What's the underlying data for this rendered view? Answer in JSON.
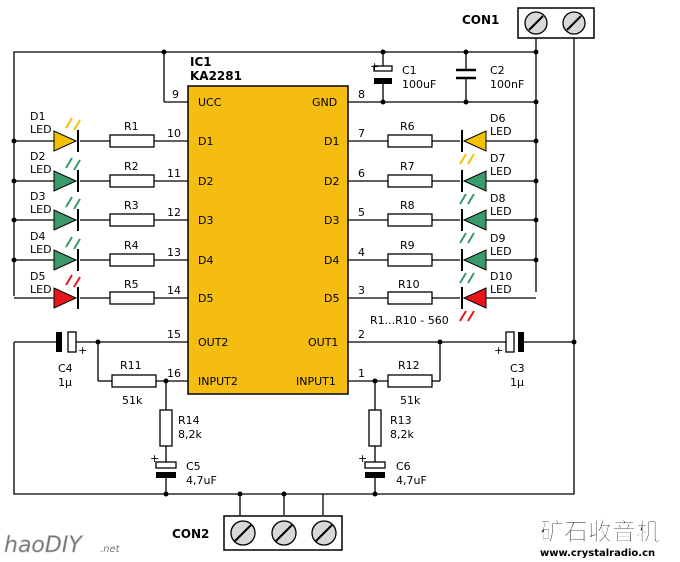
{
  "ic": {
    "ref": "IC1",
    "part": "KA2281"
  },
  "ic_pins_left": [
    {
      "num": "9",
      "name": "UCC"
    },
    {
      "num": "10",
      "name": "D1"
    },
    {
      "num": "11",
      "name": "D2"
    },
    {
      "num": "12",
      "name": "D3"
    },
    {
      "num": "13",
      "name": "D4"
    },
    {
      "num": "14",
      "name": "D5"
    },
    {
      "num": "15",
      "name": "OUT2"
    },
    {
      "num": "16",
      "name": "INPUT2"
    }
  ],
  "ic_pins_right": [
    {
      "num": "8",
      "name": "GND"
    },
    {
      "num": "7",
      "name": "D1"
    },
    {
      "num": "6",
      "name": "D2"
    },
    {
      "num": "5",
      "name": "D3"
    },
    {
      "num": "4",
      "name": "D4"
    },
    {
      "num": "3",
      "name": "D5"
    },
    {
      "num": "2",
      "name": "OUT1"
    },
    {
      "num": "1",
      "name": "INPUT1"
    }
  ],
  "leds_left": [
    {
      "ref": "D1",
      "type": "LED",
      "color": "#f2c200"
    },
    {
      "ref": "D2",
      "type": "LED",
      "color": "#3a9a6a"
    },
    {
      "ref": "D3",
      "type": "LED",
      "color": "#3a9a6a"
    },
    {
      "ref": "D4",
      "type": "LED",
      "color": "#3a9a6a"
    },
    {
      "ref": "D5",
      "type": "LED",
      "color": "#e8141c"
    }
  ],
  "leds_right": [
    {
      "ref": "D6",
      "type": "LED",
      "color": "#f2c200"
    },
    {
      "ref": "D7",
      "type": "LED",
      "color": "#3a9a6a"
    },
    {
      "ref": "D8",
      "type": "LED",
      "color": "#3a9a6a"
    },
    {
      "ref": "D9",
      "type": "LED",
      "color": "#3a9a6a"
    },
    {
      "ref": "D10",
      "type": "LED",
      "color": "#e8141c"
    }
  ],
  "resistors_left": [
    "R1",
    "R2",
    "R3",
    "R4",
    "R5"
  ],
  "resistors_right": [
    "R6",
    "R7",
    "R8",
    "R9",
    "R10"
  ],
  "resistor_note": "R1...R10 - 560",
  "caps": {
    "c1": {
      "ref": "C1",
      "value": "100uF"
    },
    "c2": {
      "ref": "C2",
      "value": "100nF"
    },
    "c3": {
      "ref": "C3",
      "value": "1µ"
    },
    "c4": {
      "ref": "C4",
      "value": "1µ"
    },
    "c5": {
      "ref": "C5",
      "value": "4,7uF"
    },
    "c6": {
      "ref": "C6",
      "value": "4,7uF"
    }
  },
  "resistors_misc": {
    "r11": {
      "ref": "R11",
      "value": "51k"
    },
    "r12": {
      "ref": "R12",
      "value": "51k"
    },
    "r13": {
      "ref": "R13",
      "value": "8,2k"
    },
    "r14": {
      "ref": "R14",
      "value": "8,2k"
    }
  },
  "connectors": {
    "con1": "CON1",
    "con2": "CON2"
  },
  "watermarks": {
    "left": "haoDIY",
    "left_suffix": ".net",
    "right_cn": "矿石收音机",
    "right_url": "www.crystalradio.cn"
  },
  "colors": {
    "ic_fill": "#f5bd12",
    "led_yellow": "#f2c200",
    "led_green": "#3a9a6a",
    "led_red": "#e8141c",
    "watermark_red": "#c0121c"
  }
}
